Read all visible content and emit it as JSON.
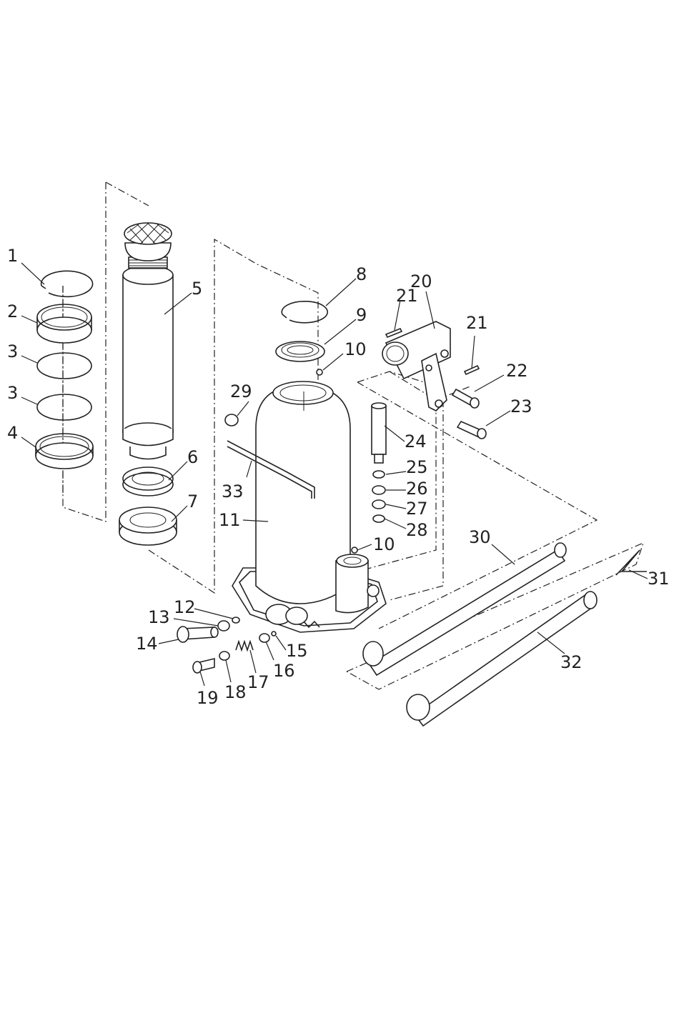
{
  "diagram": {
    "background": "#ffffff",
    "line_color": "#222222",
    "callouts": [
      {
        "id": "c1",
        "text": "1"
      },
      {
        "id": "c2",
        "text": "2"
      },
      {
        "id": "c3a",
        "text": "3"
      },
      {
        "id": "c3b",
        "text": "3"
      },
      {
        "id": "c4",
        "text": "4"
      },
      {
        "id": "c5",
        "text": "5"
      },
      {
        "id": "c6",
        "text": "6"
      },
      {
        "id": "c7",
        "text": "7"
      },
      {
        "id": "c8",
        "text": "8"
      },
      {
        "id": "c9",
        "text": "9"
      },
      {
        "id": "c10a",
        "text": "10"
      },
      {
        "id": "c10b",
        "text": "10"
      },
      {
        "id": "c11",
        "text": "11"
      },
      {
        "id": "c12",
        "text": "12"
      },
      {
        "id": "c13",
        "text": "13"
      },
      {
        "id": "c14",
        "text": "14"
      },
      {
        "id": "c15",
        "text": "15"
      },
      {
        "id": "c16",
        "text": "16"
      },
      {
        "id": "c17",
        "text": "17"
      },
      {
        "id": "c18",
        "text": "18"
      },
      {
        "id": "c19",
        "text": "19"
      },
      {
        "id": "c20",
        "text": "20"
      },
      {
        "id": "c21a",
        "text": "21"
      },
      {
        "id": "c21b",
        "text": "21"
      },
      {
        "id": "c22",
        "text": "22"
      },
      {
        "id": "c23",
        "text": "23"
      },
      {
        "id": "c24",
        "text": "24"
      },
      {
        "id": "c25",
        "text": "25"
      },
      {
        "id": "c26",
        "text": "26"
      },
      {
        "id": "c27",
        "text": "27"
      },
      {
        "id": "c28",
        "text": "28"
      },
      {
        "id": "c29",
        "text": "29"
      },
      {
        "id": "c30",
        "text": "30"
      },
      {
        "id": "c31",
        "text": "31"
      },
      {
        "id": "c32",
        "text": "32"
      },
      {
        "id": "c33",
        "text": "33"
      }
    ]
  }
}
